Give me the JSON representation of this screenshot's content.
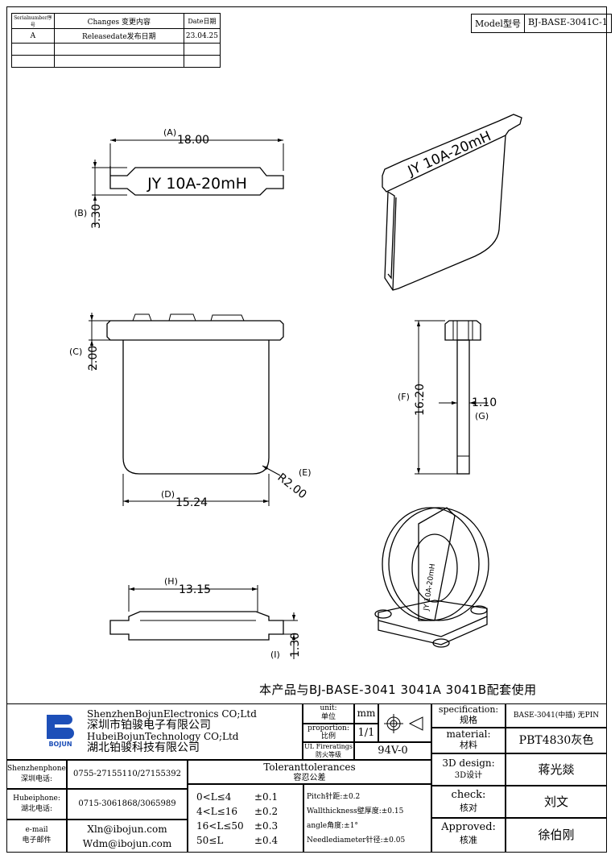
{
  "revision_table": {
    "headers": [
      "Serialnumber序号",
      "Changes 变更内容",
      "Date日期"
    ],
    "rows": [
      [
        "A",
        "Releasedate发布日期",
        "23.04.25"
      ],
      [
        "",
        "",
        ""
      ],
      [
        "",
        "",
        ""
      ]
    ]
  },
  "model": {
    "label": "Model型号",
    "value": "BJ-BASE-3041C-1"
  },
  "drawing": {
    "product_marking": "JY 10A-20mH",
    "dims": {
      "A_tag": "(A)",
      "A": "18.00",
      "B_tag": "(B)",
      "B": "3.30",
      "C_tag": "(C)",
      "C": "2.00",
      "D_tag": "(D)",
      "D": "15.24",
      "E_tag": "(E)",
      "E": "R2.00",
      "F_tag": "(F)",
      "F": "16.20",
      "G_tag": "(G)",
      "G": "1.10",
      "H_tag": "(H)",
      "H": "13.15",
      "I_tag": "(I)",
      "I": "1.30"
    },
    "note": "本产品与BJ-BASE-3041 3041A 3041B配套使用"
  },
  "title_block": {
    "company_en_1": "ShenzhenBojunElectronics CO;Ltd",
    "company_cn_1": "深圳市铂骏电子有限公司",
    "company_en_2": "HubeiBojunTechnology CO;Ltd",
    "company_cn_2": "湖北铂骏科技有限公司",
    "logo_text": "BOJUN",
    "unit_label_en": "unit:",
    "unit_label_cn": "单位",
    "unit_value": "mm",
    "proportion_label_en": "proportion:",
    "proportion_label_cn": "比例",
    "proportion_value": "1/1",
    "fire_label_en": "UL Fireratings",
    "fire_label_cn": "防火等级",
    "fire_value": "94V-0",
    "spec_label_en": "specification:",
    "spec_label_cn": "规格",
    "spec_value": "BASE-3041(中插) 无PIN",
    "material_label_en": "material:",
    "material_label_cn": "材料",
    "material_value": "PBT4830灰色",
    "design_label_en": "3D design:",
    "design_label_cn": "3D设计",
    "design_value": "蒋光燚",
    "check_label_en": "check:",
    "check_label_cn": "核对",
    "check_value": "刘文",
    "approved_label_en": "Approved:",
    "approved_label_cn": "核准",
    "approved_value": "徐伯刚",
    "sz_phone_label_en": "Shenzhenphone:",
    "sz_phone_label_cn": "深圳电话:",
    "sz_phone": "0755-27155110/27155392",
    "hb_phone_label_en": "Hubeiphone:",
    "hb_phone_label_cn": "湖北电话:",
    "hb_phone": "0715-3061868/3065989",
    "email_label_en": "e-mail",
    "email_label_cn": "电子邮件",
    "email_1": "Xln@ibojun.com",
    "email_2": "Wdm@ibojun.com",
    "tol_title_en": "Toleranttolerances",
    "tol_title_cn": "容忍公差",
    "tol_rows": [
      [
        "0<L≤4",
        "±0.1"
      ],
      [
        "4<L≤16",
        "±0.2"
      ],
      [
        "16<L≤50",
        "±0.3"
      ],
      [
        "50≤L",
        "±0.4"
      ]
    ],
    "tol_notes": [
      "Pitch针距:±0.2",
      "Wallthickness壁厚度:±0.15",
      "angle角度:±1°",
      "Needlediameter针径:±0.05"
    ]
  }
}
